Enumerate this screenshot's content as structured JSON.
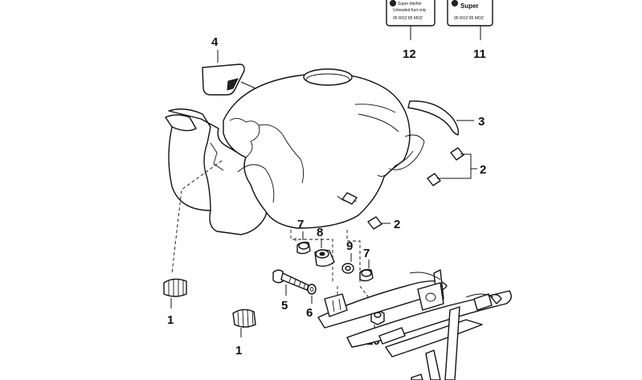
{
  "diagram": {
    "callouts": {
      "c1a": "1",
      "c1b": "1",
      "c2a": "2",
      "c2b": "2",
      "c3": "3",
      "c4": "4",
      "c5": "5",
      "c6": "6",
      "c7a": "7",
      "c7b": "7",
      "c8": "8",
      "c9": "9",
      "c10": "10",
      "c11": "11",
      "c12": "12"
    },
    "labels": {
      "label12": {
        "line1": "Super bleifrei",
        "line2": "Unleaded fuel only",
        "line3": "95 ROZ 85 MOZ"
      },
      "label11": {
        "line1": "Super",
        "line2": "95 ROZ 85 MOZ"
      }
    }
  }
}
